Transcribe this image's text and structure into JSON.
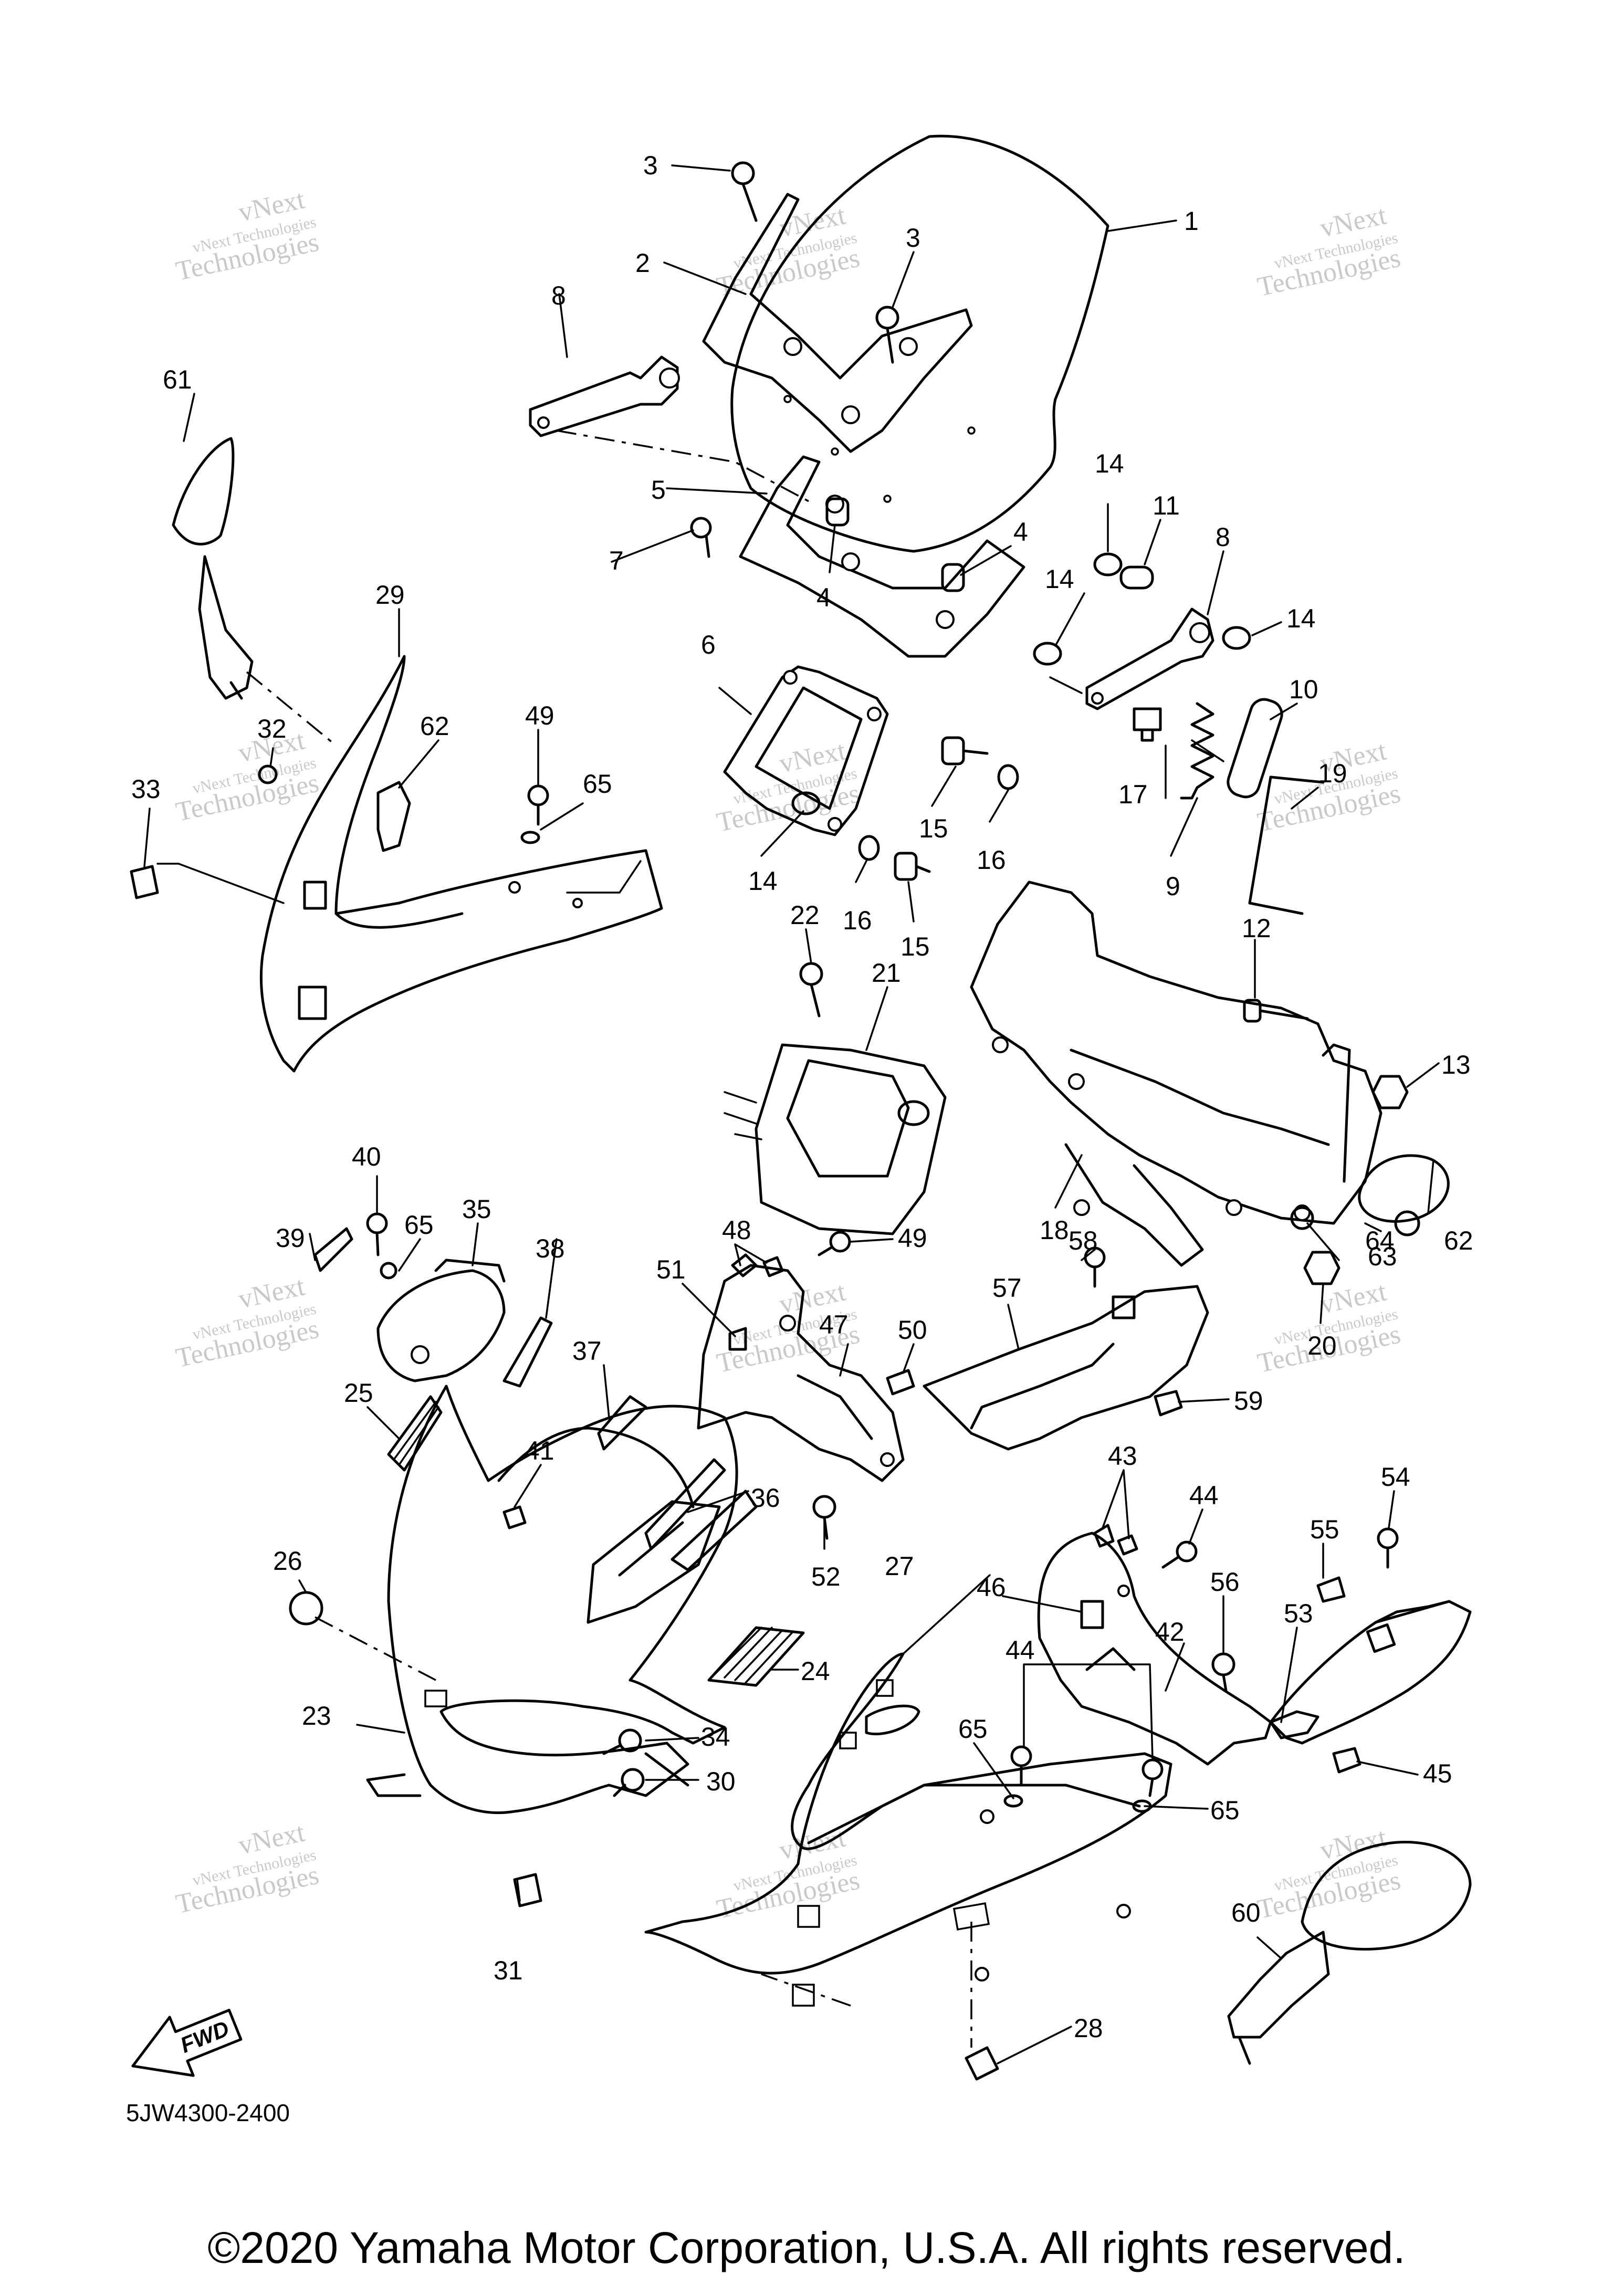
{
  "diagram": {
    "part_code": "5JW4300-2400",
    "copyright": "©2020 Yamaha Motor Corporation, U.S.A. All rights reserved.",
    "fwd_label": "FWD",
    "watermark_line1": "vNext Technologies",
    "watermark_line2": "vNext",
    "watermark_line3": "Technologies",
    "callouts": [
      "1",
      "2",
      "3",
      "3",
      "4",
      "4",
      "5",
      "6",
      "7",
      "8",
      "8",
      "9",
      "10",
      "11",
      "12",
      "13",
      "14",
      "14",
      "14",
      "14",
      "15",
      "15",
      "16",
      "16",
      "17",
      "18",
      "19",
      "20",
      "21",
      "22",
      "23",
      "24",
      "25",
      "26",
      "27",
      "28",
      "29",
      "30",
      "31",
      "32",
      "33",
      "34",
      "35",
      "36",
      "37",
      "38",
      "39",
      "40",
      "41",
      "42",
      "43",
      "44",
      "44",
      "45",
      "46",
      "47",
      "48",
      "49",
      "49",
      "50",
      "51",
      "52",
      "53",
      "54",
      "55",
      "56",
      "57",
      "58",
      "59",
      "60",
      "61",
      "62",
      "62",
      "63",
      "64",
      "65",
      "65",
      "65",
      "65"
    ]
  }
}
